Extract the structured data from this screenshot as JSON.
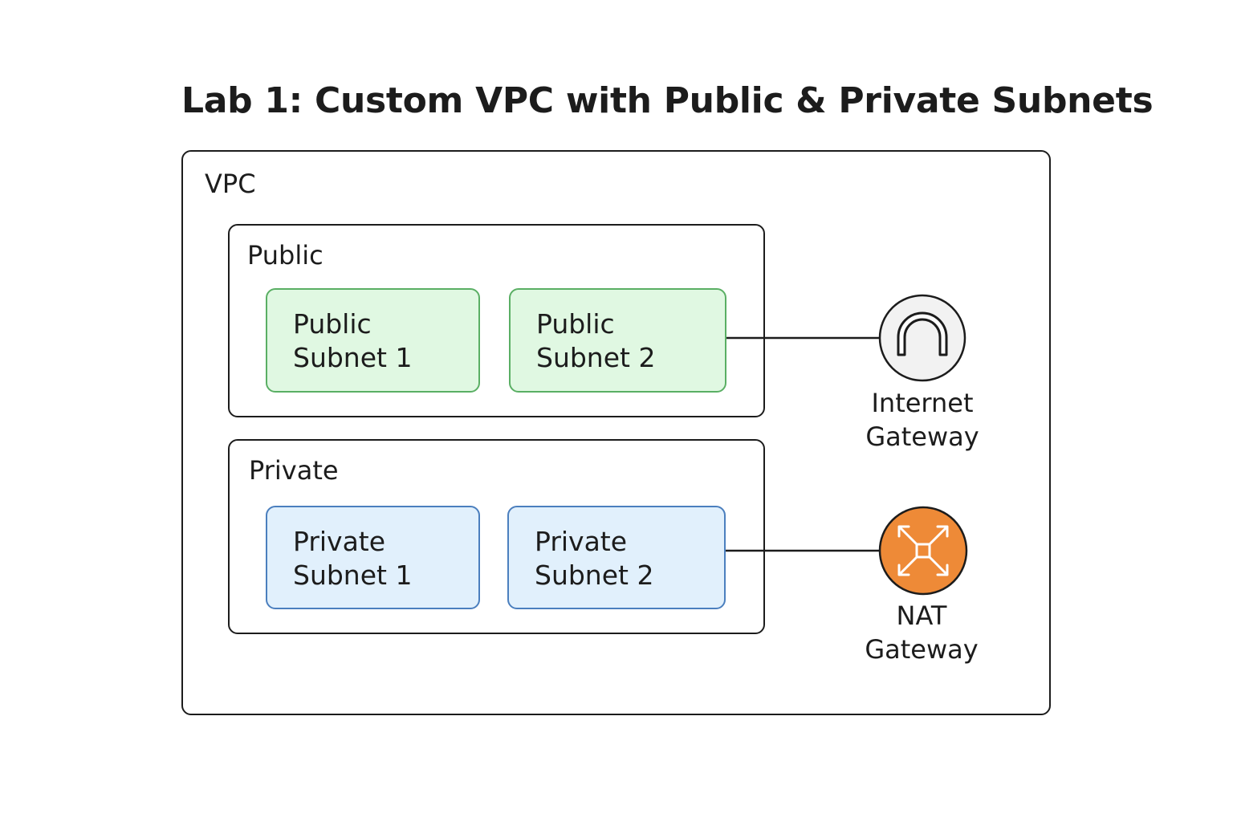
{
  "title": "Lab 1: Custom VPC with Public & Private Subnets",
  "vpc": {
    "label": "VPC"
  },
  "public_group": {
    "label": "Public",
    "subnets": [
      {
        "line1": "Public",
        "line2": "Subnet 1"
      },
      {
        "line1": "Public",
        "line2": "Subnet 2"
      }
    ],
    "fill_color": "#e0f8e2",
    "border_color": "#5aaf64"
  },
  "private_group": {
    "label": "Private",
    "subnets": [
      {
        "line1": "Private",
        "line2": "Subnet 1"
      },
      {
        "line1": "Private",
        "line2": "Subnet 2"
      }
    ],
    "fill_color": "#e1f0fc",
    "border_color": "#4b7fbe"
  },
  "internet_gateway": {
    "line1": "Internet",
    "line2": "Gateway",
    "icon": "internet-gateway-icon",
    "color": "#f2f2f2"
  },
  "nat_gateway": {
    "line1": "NAT",
    "line2": "Gateway",
    "icon": "nat-gateway-icon",
    "color": "#ee8a37"
  }
}
